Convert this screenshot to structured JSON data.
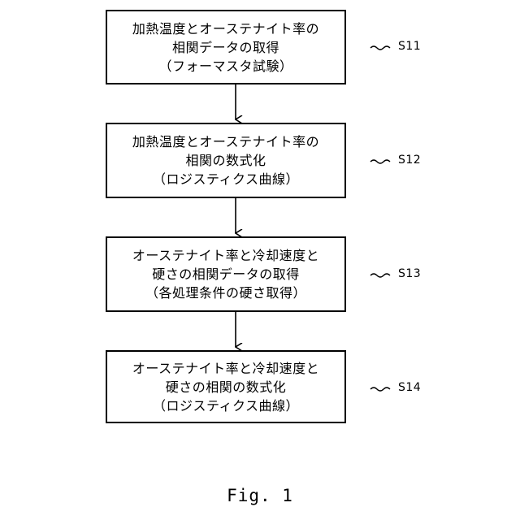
{
  "steps": [
    {
      "label": "S11",
      "lines": [
        "加熱温度とオーステナイト率の",
        "相関データの取得",
        "（フォーマスタ試験）"
      ]
    },
    {
      "label": "S12",
      "lines": [
        "加熱温度とオーステナイト率の",
        "相関の数式化",
        "（ロジスティクス曲線）"
      ]
    },
    {
      "label": "S13",
      "lines": [
        "オーステナイト率と冷却速度と",
        "硬さの相関データの取得",
        "（各処理条件の硬さ取得）"
      ]
    },
    {
      "label": "S14",
      "lines": [
        "オーステナイト率と冷却速度と",
        "硬さの相関の数式化",
        "（ロジスティクス曲線）"
      ]
    }
  ],
  "caption": "Fig. 1"
}
